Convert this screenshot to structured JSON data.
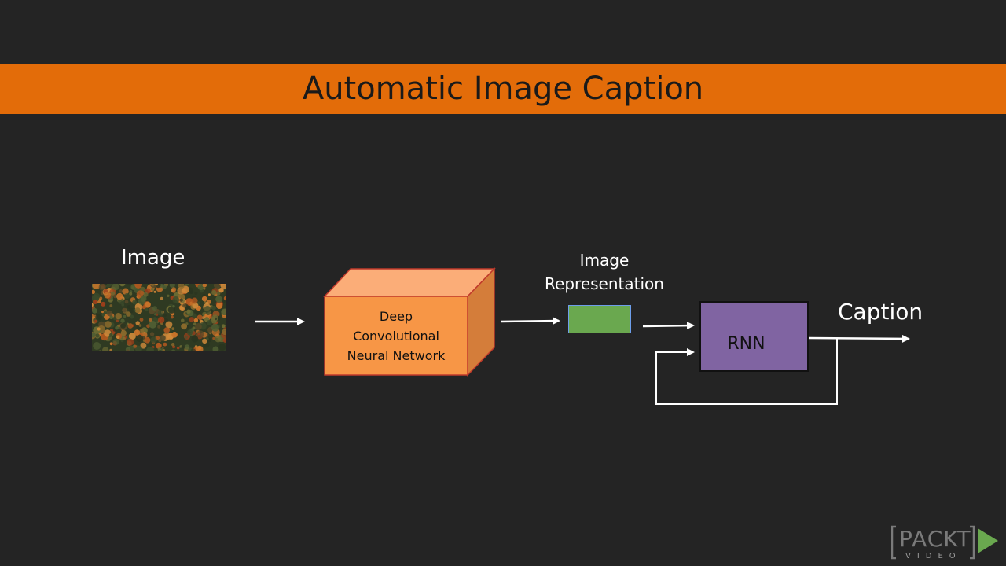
{
  "title": "Automatic Image Caption",
  "diagram": {
    "image_label": "Image",
    "cnn_lines": [
      "Deep",
      "Convolutional",
      "Neural Network"
    ],
    "representation_lines": [
      "Image",
      "Representation"
    ],
    "rnn_label": "RNN",
    "caption_label": "Caption"
  },
  "logo": {
    "name": "PACKT",
    "sub": "VIDEO"
  },
  "colors": {
    "background": "#242424",
    "title_bar": "#e36c09",
    "cube_front": "#f79646",
    "cube_top": "#fbad78",
    "cube_side": "#d47d3a",
    "representation": "#6aa84f",
    "rnn": "#8064a2",
    "arrows": "#ffffff",
    "logo_play": "#6aa84f"
  }
}
